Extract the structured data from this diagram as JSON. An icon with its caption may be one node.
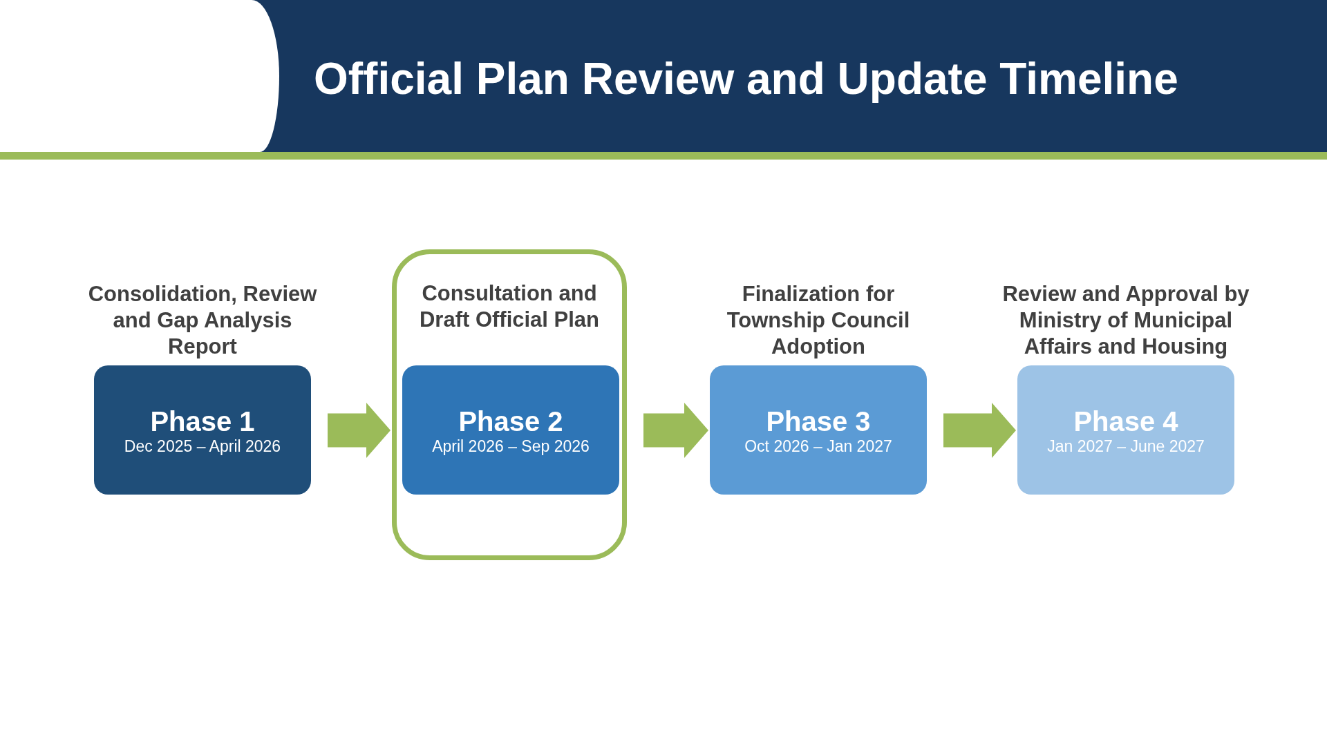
{
  "diagram": {
    "title": "Official Plan Review and Update Timeline",
    "nodes": [
      {
        "text": [
          "Phase 1",
          "Dec 2025 – April 2026"
        ],
        "beside": [
          "Consolidation, Review and Gap Analysis Report"
        ]
      },
      {
        "text": [
          "Consultation and Draft Official Plan"
        ]
      },
      {
        "text": [
          "Phase 2",
          "April 2026 – Sep 2026"
        ],
        "in": 1
      },
      {
        "text": [
          "Phase 3",
          "Oct 2026 – Jan 2027"
        ],
        "beside": [
          "Finalization for Township Council Adoption"
        ]
      },
      {
        "text": [
          "Phase 4",
          "Jan 2027 – June 2027"
        ],
        "beside": [
          "Review and Approval by Ministry of Municipal Affairs and Housing"
        ]
      }
    ],
    "edges": [
      {
        "from": 0,
        "to": 1,
        "arrow": "to"
      },
      {
        "from": 1,
        "to": 3,
        "arrow": "to"
      },
      {
        "from": 3,
        "to": 4,
        "arrow": "to"
      }
    ]
  }
}
